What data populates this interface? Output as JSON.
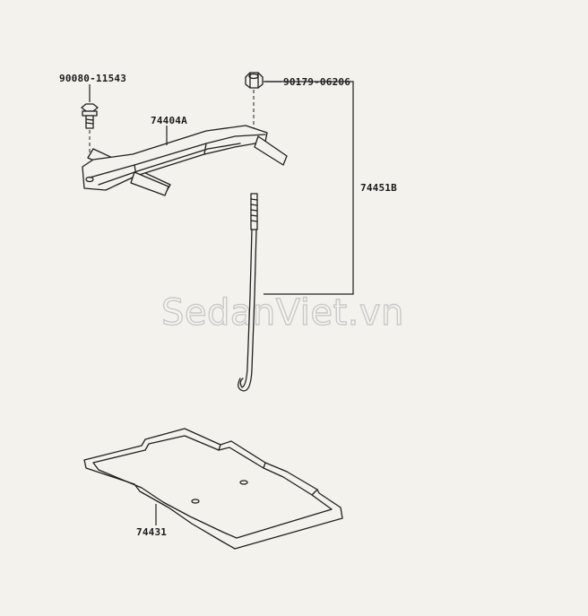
{
  "parts": {
    "bolt_label": "90080-11543",
    "nut_label": "90179-06206",
    "clamp_label": "74404A",
    "rod_assembly_label": "74451B",
    "tray_label": "74431"
  },
  "watermark": "SedanViet.vn"
}
